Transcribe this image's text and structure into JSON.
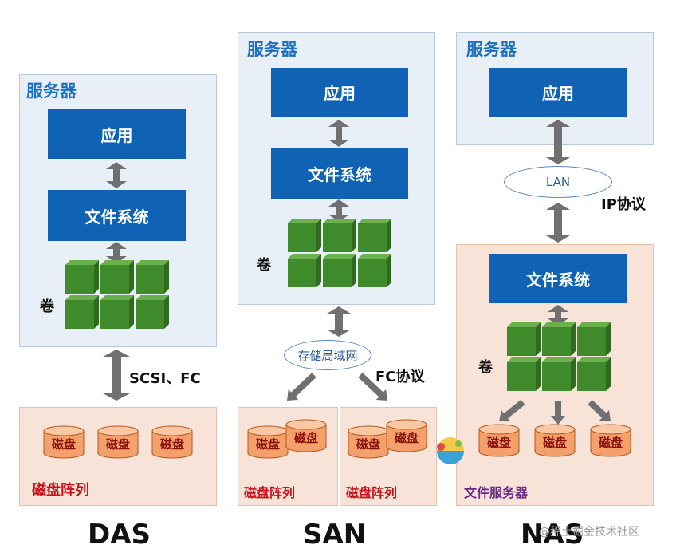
{
  "das": {
    "server_title": "服务器",
    "app": "应用",
    "fs": "文件系统",
    "volume": "卷",
    "protocol": "SCSI、FC",
    "disk": "磁盘",
    "array": "磁盘阵列",
    "caption": "DAS"
  },
  "san": {
    "server_title": "服务器",
    "app": "应用",
    "fs": "文件系统",
    "volume": "卷",
    "network": "存储局域网",
    "protocol": "FC协议",
    "disk": "磁盘",
    "array_left": "磁盘阵列",
    "array_right": "磁盘阵列",
    "caption": "SAN"
  },
  "nas": {
    "server_title": "服务器",
    "app": "应用",
    "network": "LAN",
    "protocol": "IP协议",
    "fs": "文件系统",
    "volume": "卷",
    "disk": "磁盘",
    "file_server": "文件服务器",
    "caption": "NAS"
  },
  "watermark": "@稀土掘金技术社区",
  "colors": {
    "blue_box": "#0f62b4",
    "server_bg": "#e8eff7",
    "storage_bg": "#f7e3d7",
    "cube": "#3f8b2c",
    "arrow": "#707070"
  }
}
